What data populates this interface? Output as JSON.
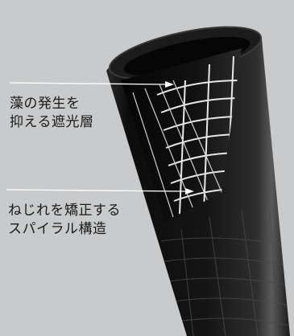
{
  "callouts": [
    {
      "lines": [
        "藻の発生を",
        "抑える遮光層"
      ]
    },
    {
      "lines": [
        "ねじれを矯正する",
        "スパイラル構造"
      ]
    }
  ],
  "colors": {
    "background": "#c9cacb",
    "tube": "#101010",
    "spiral": "#e8e8e8",
    "leader": "#ffffff",
    "text": "#1a1a1a"
  }
}
